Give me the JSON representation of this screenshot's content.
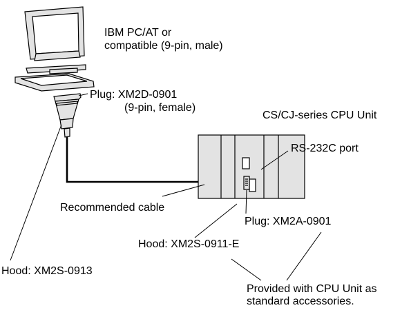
{
  "labels": {
    "pc_line1": "IBM PC/AT or",
    "pc_line2": "compatible (9-pin, male)",
    "plug_pc_line1": "Plug:  XM2D-0901",
    "plug_pc_line2": "(9-pin, female)",
    "cpu_unit": "CS/CJ-series CPU Unit",
    "port": "RS-232C port",
    "cable": "Recommended cable",
    "plug_cpu": "Plug: XM2A-0901",
    "hood_cpu": "Hood: XM2S-0911-E",
    "hood_pc": "Hood: XM2S-0913",
    "provided_line1": "Provided with CPU Unit as",
    "provided_line2": "standard accessories."
  },
  "colors": {
    "line": "#000000",
    "device_fill": "#e3e3e3",
    "screen_fill": "#ffffff"
  }
}
